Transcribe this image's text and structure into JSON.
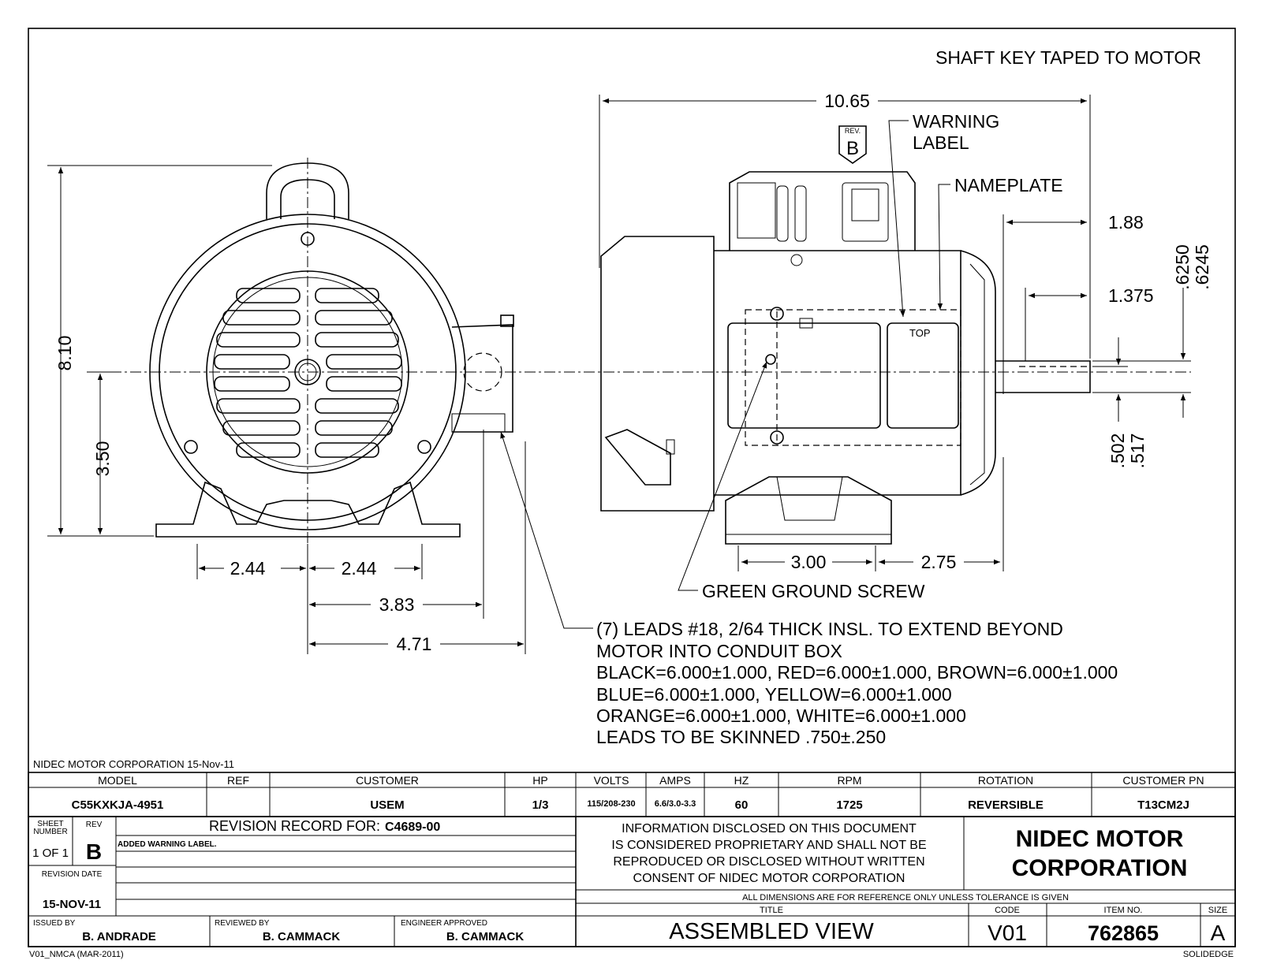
{
  "notes": {
    "shaft_key": "SHAFT KEY TAPED TO MOTOR",
    "warning_label": [
      "WARNING",
      "LABEL"
    ],
    "nameplate": "NAMEPLATE",
    "top": "TOP",
    "green_ground_screw": "GREEN GROUND SCREW",
    "leads": [
      "(7) LEADS #18, 2/64 THICK INSL. TO EXTEND BEYOND",
      "MOTOR INTO CONDUIT BOX",
      "BLACK=6.000±1.000, RED=6.000±1.000, BROWN=6.000±1.000",
      "BLUE=6.000±1.000, YELLOW=6.000±1.000",
      "ORANGE=6.000±1.000, WHITE=6.000±1.000",
      "LEADS TO BE SKINNED .750±.250"
    ],
    "rev_tag_label": "REV.",
    "rev_tag_value": "B"
  },
  "dimensions": {
    "overall_length": "10.65",
    "overall_height": "8.10",
    "shaft_height": "3.50",
    "base_left": "2.44",
    "base_right": "2.44",
    "to_box": "3.83",
    "to_box_outer": "4.71",
    "shaft_ext": "1.88",
    "shaft_flat": "1.375",
    "shaft_dia_max": ".6250",
    "shaft_dia_min": ".6245",
    "flat_max": ".502",
    "flat_min": ".517",
    "foot_spacing": "3.00",
    "foot_to_face": "2.75"
  },
  "company_line": "NIDEC MOTOR CORPORATION 15-Nov-11",
  "specs": {
    "headers": [
      "MODEL",
      "REF",
      "CUSTOMER",
      "HP",
      "VOLTS",
      "AMPS",
      "HZ",
      "RPM",
      "ROTATION",
      "CUSTOMER PN"
    ],
    "values": [
      "C55KXKJA-4951",
      "",
      "USEM",
      "1/3",
      "115/208-230",
      "6.6/3.0-3.3",
      "60",
      "1725",
      "REVERSIBLE",
      "T13CM2J"
    ]
  },
  "title_block": {
    "sheet_label": "SHEET NUMBER",
    "sheet_value": "1 OF 1",
    "rev_label": "REV",
    "rev_value": "B",
    "revision_record": "REVISION RECORD FOR:",
    "revision_record_id": "C4689-00",
    "revision_entry": "ADDED WARNING LABEL.",
    "revision_date_label": "REVISION DATE",
    "revision_date": "15-NOV-11",
    "issued_by_label": "ISSUED BY",
    "issued_by": "B. ANDRADE",
    "reviewed_by_label": "REVIEWED BY",
    "reviewed_by": "B. CAMMACK",
    "engineer_label": "ENGINEER APPROVED",
    "engineer": "B. CAMMACK",
    "proprietary": [
      "INFORMATION DISCLOSED ON THIS DOCUMENT",
      "IS CONSIDERED PROPRIETARY AND SHALL NOT BE",
      "REPRODUCED OR DISCLOSED WITHOUT WRITTEN",
      "CONSENT OF NIDEC MOTOR CORPORATION"
    ],
    "company": [
      "NIDEC MOTOR",
      "CORPORATION"
    ],
    "tolerance_note": "ALL DIMENSIONS ARE FOR REFERENCE ONLY UNLESS TOLERANCE IS GIVEN",
    "title_label": "TITLE",
    "title": "ASSEMBLED VIEW",
    "code_label": "CODE",
    "code": "V01",
    "item_label": "ITEM NO.",
    "item": "762865",
    "size_label": "SIZE",
    "size": "A"
  },
  "footer": {
    "form": "V01_NMCA (MAR-2011)",
    "cad": "SOLIDEDGE"
  }
}
